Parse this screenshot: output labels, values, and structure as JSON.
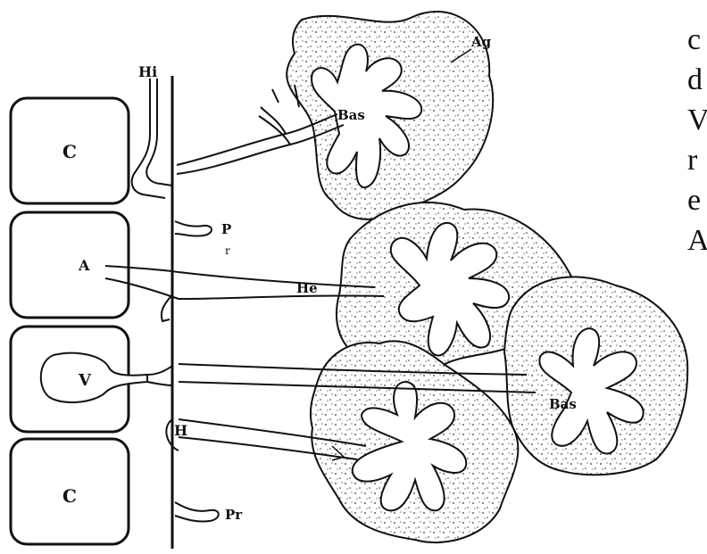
{
  "labels": {
    "hi": "Hi",
    "ag": "Ag",
    "bas_top": "Bas",
    "bas_main": "Bas",
    "he": "He",
    "h": "H",
    "c_top": "C",
    "c_bottom": "C",
    "a": "A",
    "v": "V",
    "p": "P",
    "r": "r",
    "pr": "Pr"
  },
  "side_text": [
    "c",
    "d",
    "V",
    "r",
    "e",
    "A"
  ],
  "colors": {
    "ink": "#111111",
    "background": "#ffffff",
    "stipple": "#333333"
  }
}
